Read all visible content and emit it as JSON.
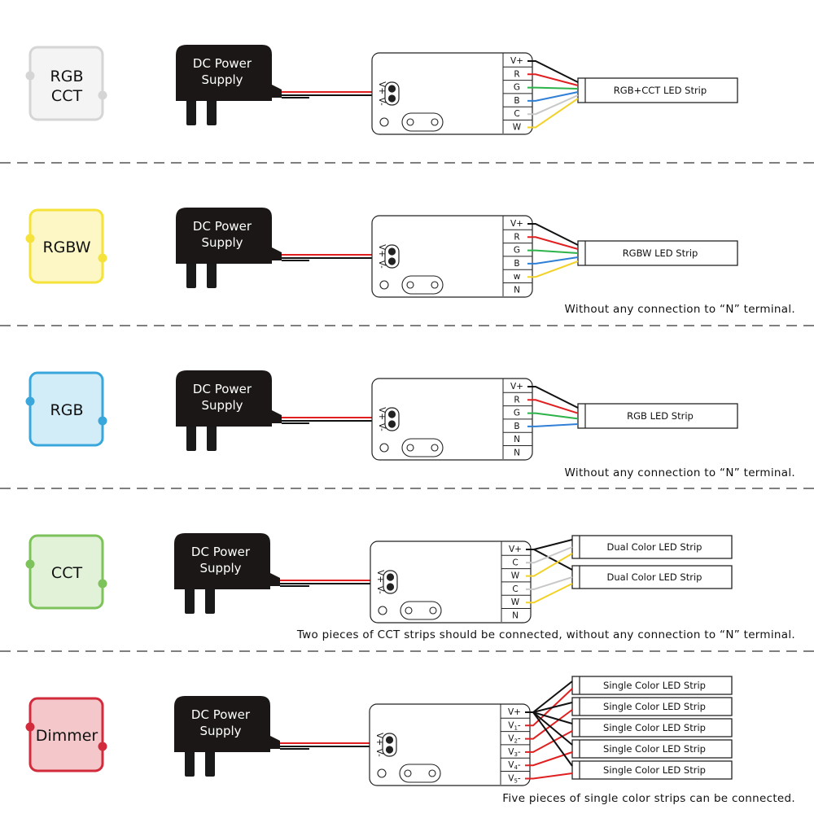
{
  "rows": [
    {
      "mode_lines": [
        "RGB",
        "CCT"
      ],
      "mode_color": "#d5d5d5",
      "mode_fill": "#f4f4f4",
      "psu_lines": [
        "DC Power",
        "Supply"
      ],
      "polarity": "V+ V-",
      "terminals": [
        "V+",
        "R",
        "G",
        "B",
        "C",
        "W"
      ],
      "strips": [
        "RGB+CCT LED Strip"
      ],
      "note": ""
    },
    {
      "mode_lines": [
        "RGBW"
      ],
      "mode_color": "#f5e23a",
      "mode_fill": "#fcf7c4",
      "psu_lines": [
        "DC Power",
        "Supply"
      ],
      "polarity": "V+ V-",
      "terminals": [
        "V+",
        "R",
        "G",
        "B",
        "w",
        "N"
      ],
      "strips": [
        "RGBW LED Strip"
      ],
      "note": "Without any connection to “N” terminal."
    },
    {
      "mode_lines": [
        "RGB"
      ],
      "mode_color": "#3aa7dc",
      "mode_fill": "#d2ecf8",
      "psu_lines": [
        "DC Power",
        "Supply"
      ],
      "polarity": "V+ V-",
      "terminals": [
        "V+",
        "R",
        "G",
        "B",
        "N",
        "N"
      ],
      "strips": [
        "RGB LED Strip"
      ],
      "note": "Without any connection to “N” terminal."
    },
    {
      "mode_lines": [
        "CCT"
      ],
      "mode_color": "#7dc25a",
      "mode_fill": "#e2f2d8",
      "psu_lines": [
        "DC Power",
        "Supply"
      ],
      "polarity": "V+ V-",
      "terminals": [
        "V+",
        "C",
        "W",
        "C",
        "W",
        "N"
      ],
      "strips": [
        "Dual Color LED Strip",
        "Dual Color LED Strip"
      ],
      "note": "Two pieces of CCT strips should be connected, without any connection to “N” terminal."
    },
    {
      "mode_lines": [
        "Dimmer"
      ],
      "mode_color": "#d22b3b",
      "mode_fill": "#f4c7cb",
      "psu_lines": [
        "DC Power",
        "Supply"
      ],
      "polarity": "V+ V-",
      "terminals": [
        "V+",
        "V1-",
        "V2-",
        "V3-",
        "V4-",
        "V5-"
      ],
      "strips": [
        "Single Color LED Strip",
        "Single Color LED Strip",
        "Single Color LED Strip",
        "Single Color LED Strip",
        "Single Color LED Strip"
      ],
      "note": "Five pieces of single color strips can be connected."
    }
  ],
  "wire_colors": {
    "black": "#111111",
    "red": "#e02020",
    "green": "#2db34a",
    "blue": "#2f7fd6",
    "white": "#c8c8c8",
    "yellow": "#f2d22a"
  }
}
